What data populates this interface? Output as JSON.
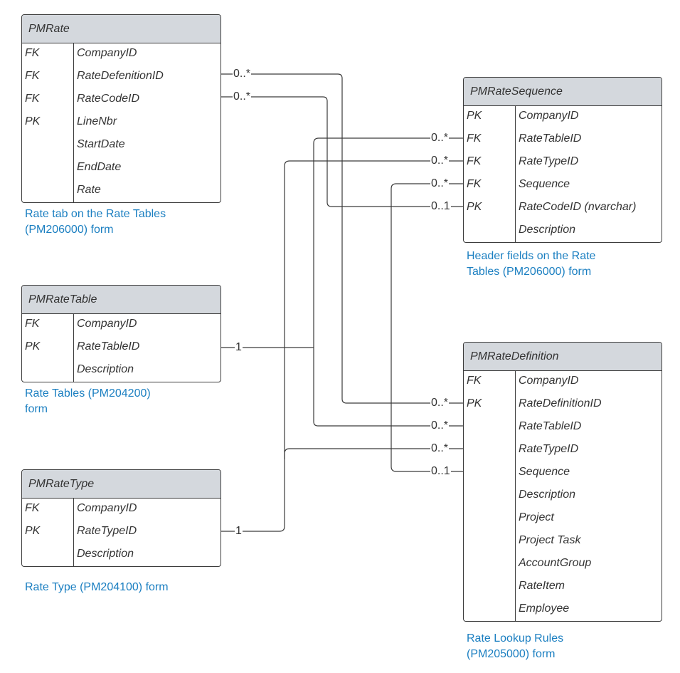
{
  "entities": {
    "pm_rate": {
      "title": "PMRate",
      "rows": [
        {
          "key": "FK",
          "field": "CompanyID"
        },
        {
          "key": "FK",
          "field": "RateDefenitionID"
        },
        {
          "key": "FK",
          "field": "RateCodeID"
        },
        {
          "key": "PK",
          "field": "LineNbr"
        },
        {
          "key": "",
          "field": "StartDate"
        },
        {
          "key": "",
          "field": "EndDate"
        },
        {
          "key": "",
          "field": "Rate"
        }
      ],
      "caption": "Rate tab on the Rate Tables\n(PM206000) form"
    },
    "pm_rate_table": {
      "title": "PMRateTable",
      "rows": [
        {
          "key": "FK",
          "field": "CompanyID"
        },
        {
          "key": "PK",
          "field": "RateTableID"
        },
        {
          "key": "",
          "field": "Description"
        }
      ],
      "caption": "Rate Tables (PM204200)\nform"
    },
    "pm_rate_type": {
      "title": "PMRateType",
      "rows": [
        {
          "key": "FK",
          "field": "CompanyID"
        },
        {
          "key": "PK",
          "field": "RateTypeID"
        },
        {
          "key": "",
          "field": "Description"
        }
      ],
      "caption": "Rate Type (PM204100) form"
    },
    "pm_rate_sequence": {
      "title": "PMRateSequence",
      "rows": [
        {
          "key": "PK",
          "field": "CompanyID"
        },
        {
          "key": "FK",
          "field": "RateTableID"
        },
        {
          "key": "FK",
          "field": "RateTypeID"
        },
        {
          "key": "FK",
          "field": "Sequence"
        },
        {
          "key": "PK",
          "field": "RateCodeID (nvarchar)"
        },
        {
          "key": "",
          "field": "Description"
        }
      ],
      "caption": "Header fields on the Rate\nTables (PM206000) form"
    },
    "pm_rate_definition": {
      "title": "PMRateDefinition",
      "rows": [
        {
          "key": "FK",
          "field": "CompanyID"
        },
        {
          "key": "PK",
          "field": "RateDefinitionID"
        },
        {
          "key": "",
          "field": "RateTableID"
        },
        {
          "key": "",
          "field": "RateTypeID"
        },
        {
          "key": "",
          "field": "Sequence"
        },
        {
          "key": "",
          "field": "Description"
        },
        {
          "key": "",
          "field": "Project"
        },
        {
          "key": "",
          "field": "Project Task"
        },
        {
          "key": "",
          "field": "AccountGroup"
        },
        {
          "key": "",
          "field": "RateItem"
        },
        {
          "key": "",
          "field": "Employee"
        }
      ],
      "caption": "Rate Lookup Rules\n(PM205000) form"
    }
  },
  "cardinalities": {
    "rate_def_id_many": "0..*",
    "rate_code_id_many": "0..*",
    "seq_rate_table_many": "0..*",
    "seq_rate_type_many": "0..*",
    "seq_sequence_many": "0..*",
    "seq_rate_code_one": "0..1",
    "rate_table_one": "1",
    "rate_type_one": "1",
    "def_rate_def_many": "0..*",
    "def_rate_table_many": "0..*",
    "def_rate_type_many": "0..*",
    "def_sequence_one": "0..1"
  }
}
